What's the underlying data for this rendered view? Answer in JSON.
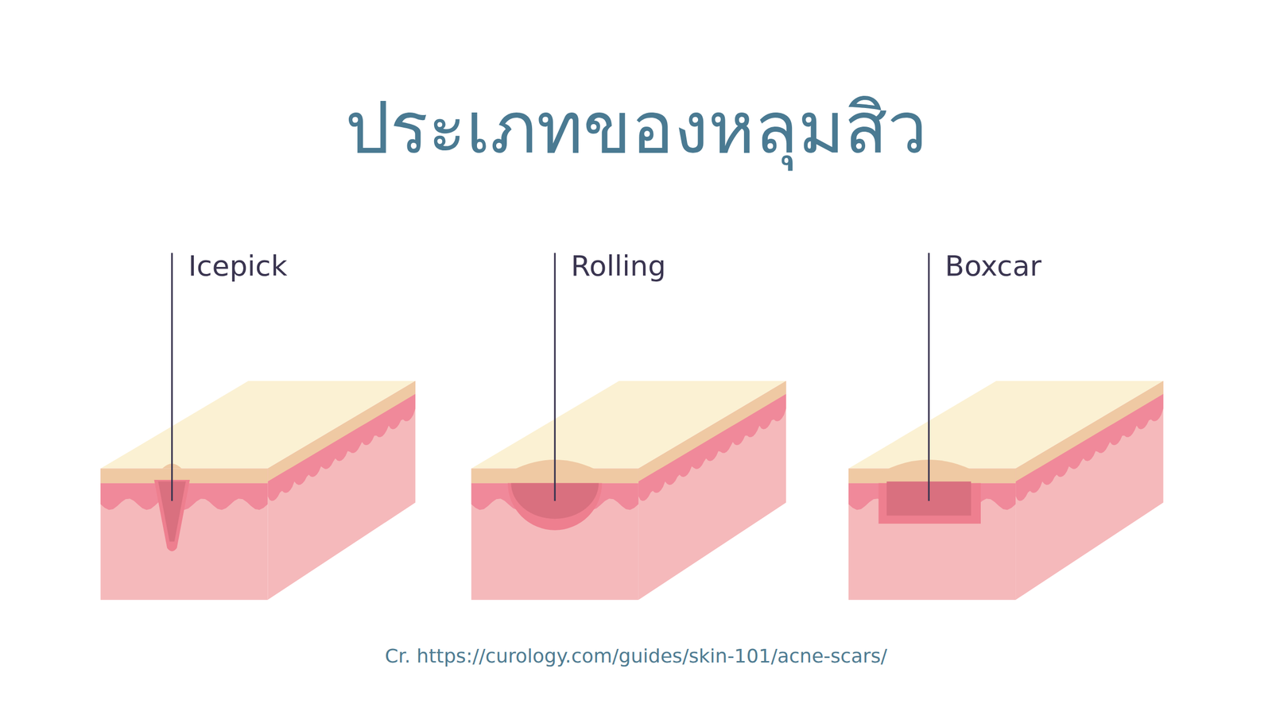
{
  "diagram": {
    "title": "ประเภทของหลุมสิว",
    "caption": "Cr. https://curology.com/guides/skin-101/acne-scars/",
    "labels": [
      "Icepick",
      "Rolling",
      "Boxcar"
    ]
  }
}
